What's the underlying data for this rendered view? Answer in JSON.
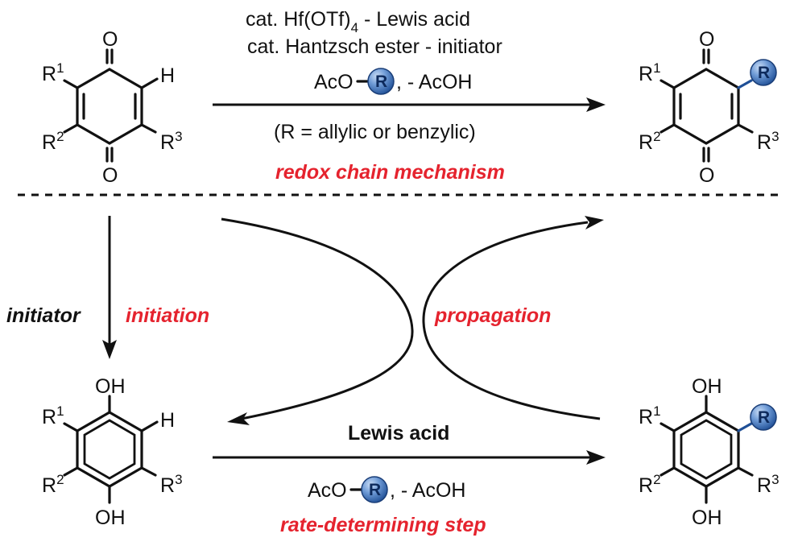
{
  "colors": {
    "accent_red": "#e5232e",
    "r_ball": "#3d6fb4",
    "line": "#111111"
  },
  "top_reaction": {
    "condition_line1_prefix": "cat. Hf(OTf)",
    "condition_line1_sub": "4",
    "condition_line1_suffix": " - Lewis acid",
    "condition_line2": "cat. Hantzsch ester - initiator",
    "reagent_prefix": "AcO",
    "reagent_suffix": ", - AcOH",
    "scope_note": "(R = allylic or benzylic)",
    "mechanism_label": "redox chain mechanism"
  },
  "bottom_cycle": {
    "initiator_label": "initiator",
    "initiation_label": "initiation",
    "propagation_label": "propagation",
    "lewis_acid_label": "Lewis acid",
    "reagent_prefix": "AcO",
    "reagent_suffix": ", - AcOH",
    "rds_label": "rate-determining step"
  },
  "atoms": {
    "O": "O",
    "OH": "OH",
    "H": "H",
    "R": "R",
    "R1_base": "R",
    "R1_sup": "1",
    "R2_base": "R",
    "R2_sup": "2",
    "R3_base": "R",
    "R3_sup": "3"
  }
}
